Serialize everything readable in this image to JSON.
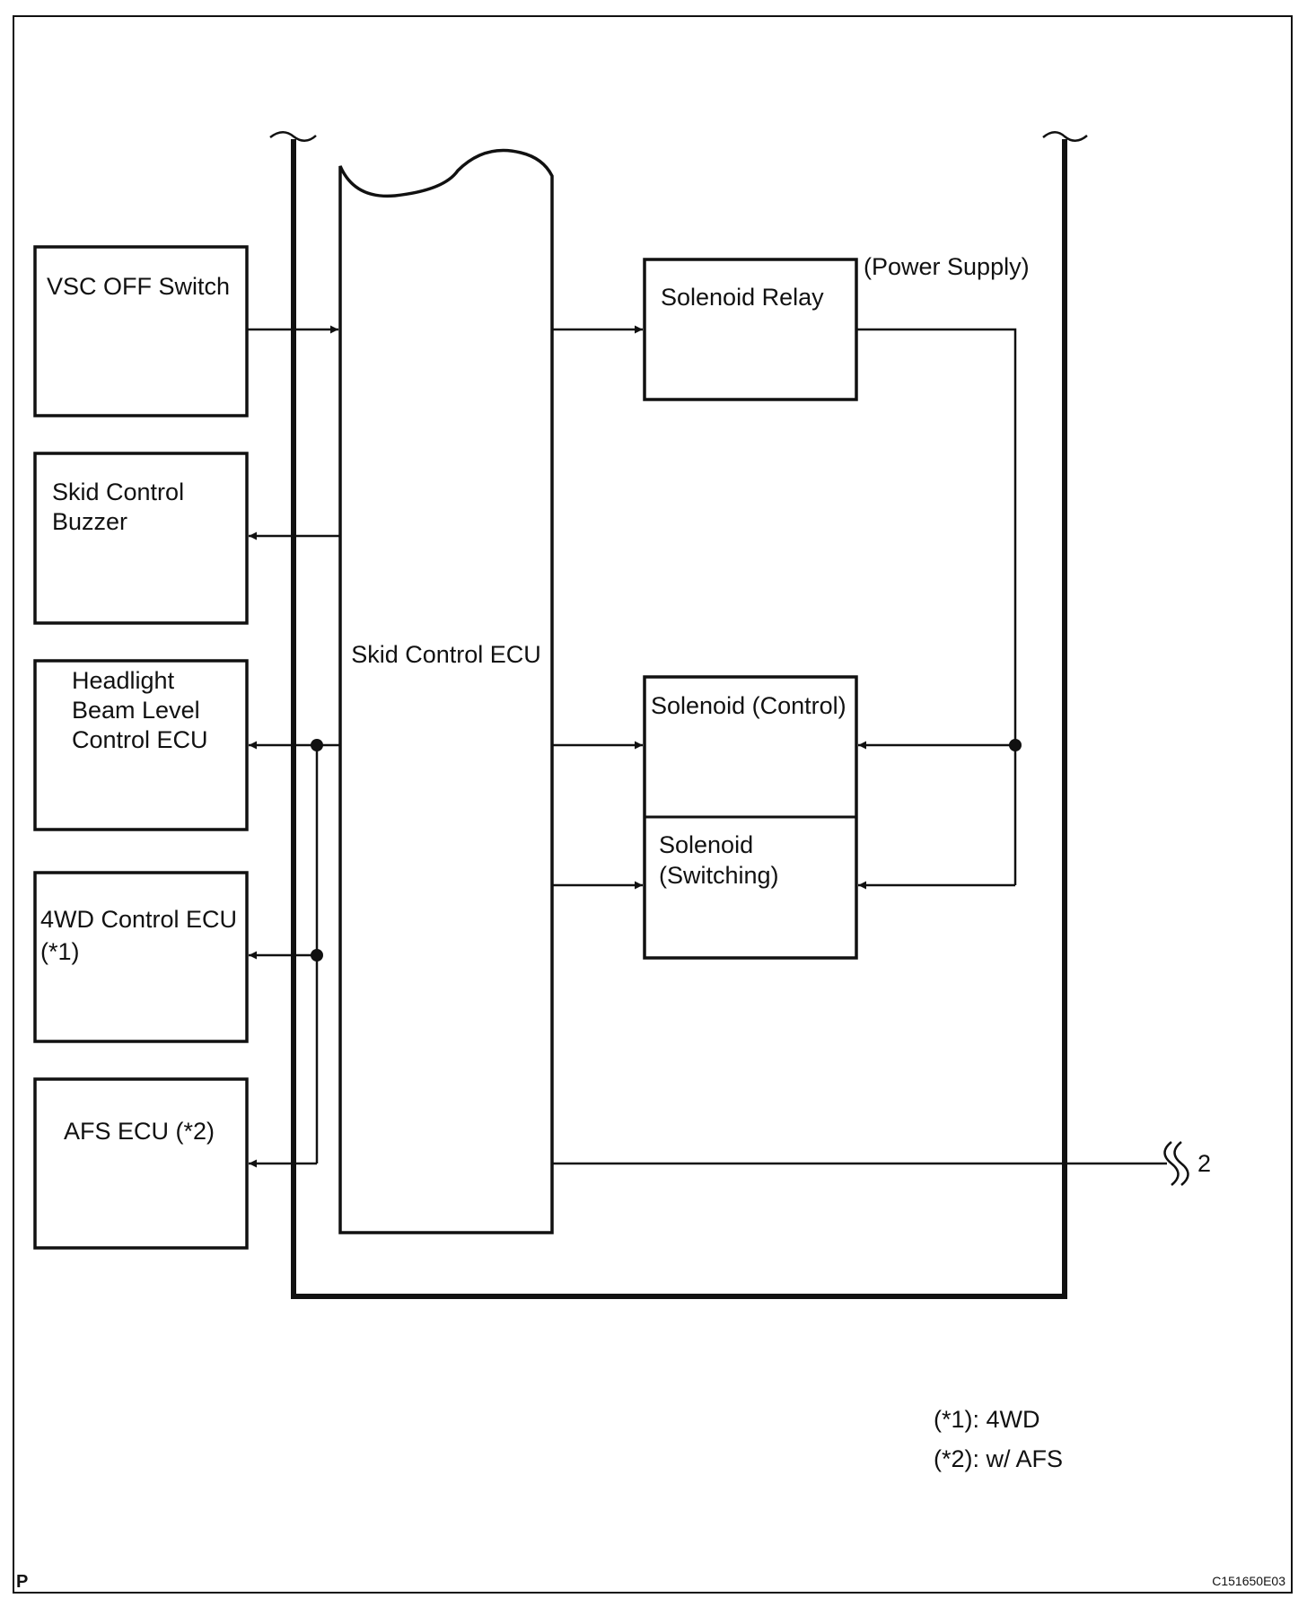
{
  "components": {
    "vsc_off_switch": "VSC OFF Switch",
    "skid_control_buzzer": [
      "Skid Control",
      "Buzzer"
    ],
    "headlight_ecu": [
      "Headlight",
      "Beam Level",
      "Control ECU"
    ],
    "fwd_control_ecu": [
      "4WD Control ECU",
      "(*1)"
    ],
    "afs_ecu": "AFS ECU (*2)",
    "skid_control_ecu": "Skid Control ECU",
    "solenoid_relay": "Solenoid Relay",
    "power_supply": "(Power Supply)",
    "solenoid_control": "Solenoid (Control)",
    "solenoid_switching": [
      "Solenoid",
      "(Switching)"
    ]
  },
  "continuation_label": "2",
  "notes": [
    "(*1): 4WD",
    "(*2): w/ AFS"
  ],
  "corner_left": "P",
  "figure_code": "C151650E03"
}
